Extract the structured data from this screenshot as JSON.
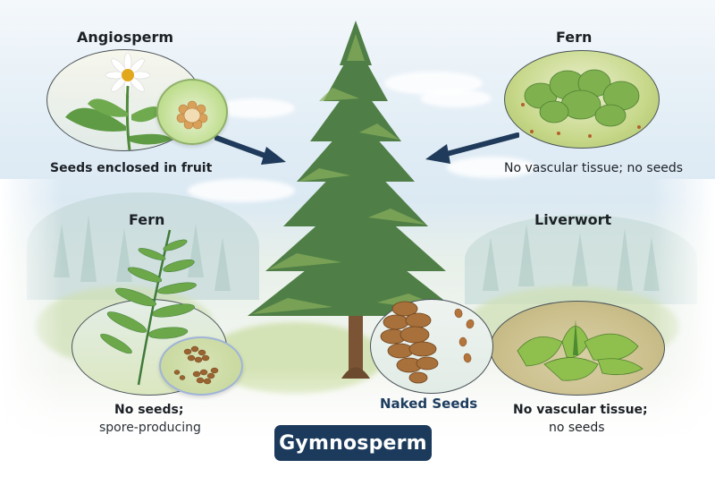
{
  "diagram": {
    "central_label": "Gymnosperm",
    "central_sublabel": "Naked Seeds",
    "colors": {
      "badge_bg": "#1b3a5c",
      "badge_text": "#ffffff",
      "naked_seeds_text": "#1f3d60",
      "arrow": "#1f3a5a",
      "label_text": "#1c2126"
    },
    "panels": [
      {
        "id": "angiosperm",
        "title": "Angiosperm",
        "caption": "Seeds enclosed in fruit",
        "illustration": "daisy-flower-with-fruit-cross-section"
      },
      {
        "id": "fern-top",
        "title": "Fern",
        "caption": "No vascular tissue; no seeds",
        "illustration": "low-leafy-plant-on-mossy-ground"
      },
      {
        "id": "fern-left",
        "title": "Fern",
        "caption_line1": "No seeds;",
        "caption_line2": "spore-producing",
        "illustration": "fern-frond-with-spore-inset"
      },
      {
        "id": "liverwort",
        "title": "Liverwort",
        "caption_line1": "No vascular tissue;",
        "caption_line2": "no seeds",
        "illustration": "liverwort-thallus-on-soil"
      }
    ],
    "arrows": [
      {
        "from": "angiosperm",
        "to": "tree",
        "icon": "arrow-right-icon"
      },
      {
        "from": "fern-top",
        "to": "tree",
        "icon": "arrow-left-icon"
      }
    ],
    "center_illustration": "conifer-tree-with-pine-cone"
  }
}
